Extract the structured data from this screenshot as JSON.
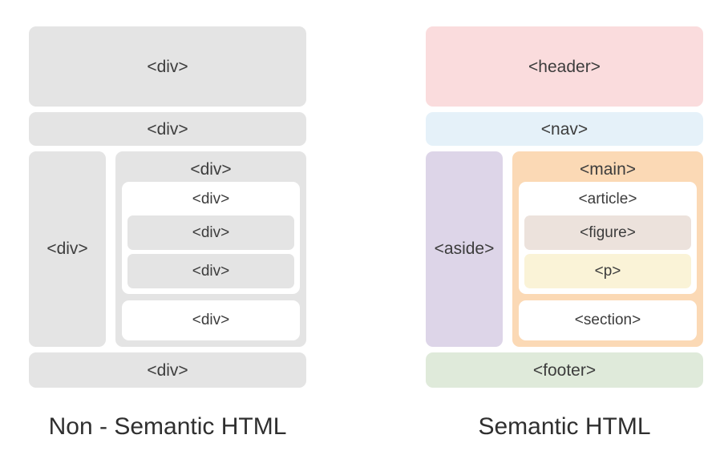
{
  "diagram": {
    "title_left": "Non - Semantic HTML",
    "title_right": "Semantic HTML",
    "colors": {
      "gray": "#e4e4e4",
      "gray_leaf": "#e4e4e4",
      "white": "#ffffff",
      "header_pink": "#fadcdd",
      "nav_blue": "#e5f1f9",
      "aside_lavender": "#ddd5e8",
      "main_orange": "#fbd9b5",
      "figure_beige": "#ece2dc",
      "p_cream": "#faf3d7",
      "footer_green": "#dfeada",
      "text": "#3c3c3c"
    },
    "left": {
      "top": "<div>",
      "bar": "<div>",
      "aside": "<div>",
      "main": "<div>",
      "article": "<div>",
      "figure": "<div>",
      "paragraph": "<div>",
      "section": "<div>",
      "footer": "<div>"
    },
    "right": {
      "top": "<header>",
      "bar": "<nav>",
      "aside": "<aside>",
      "main": "<main>",
      "article": "<article>",
      "figure": "<figure>",
      "paragraph": "<p>",
      "section": "<section>",
      "footer": "<footer>"
    }
  }
}
